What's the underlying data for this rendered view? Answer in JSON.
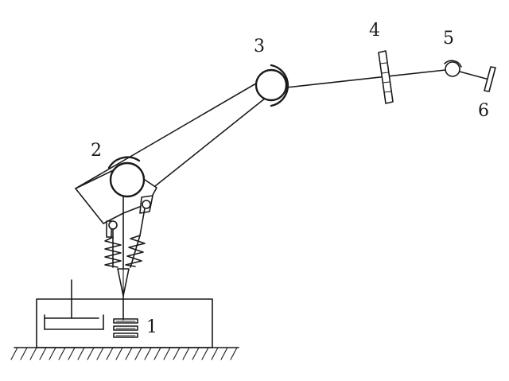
{
  "labels": {
    "l1": "1",
    "l2": "2",
    "l3": "3",
    "l4": "4",
    "l5": "5",
    "l6": "6"
  },
  "colors": {
    "stroke": "#1a1a1a",
    "background": "#ffffff"
  }
}
